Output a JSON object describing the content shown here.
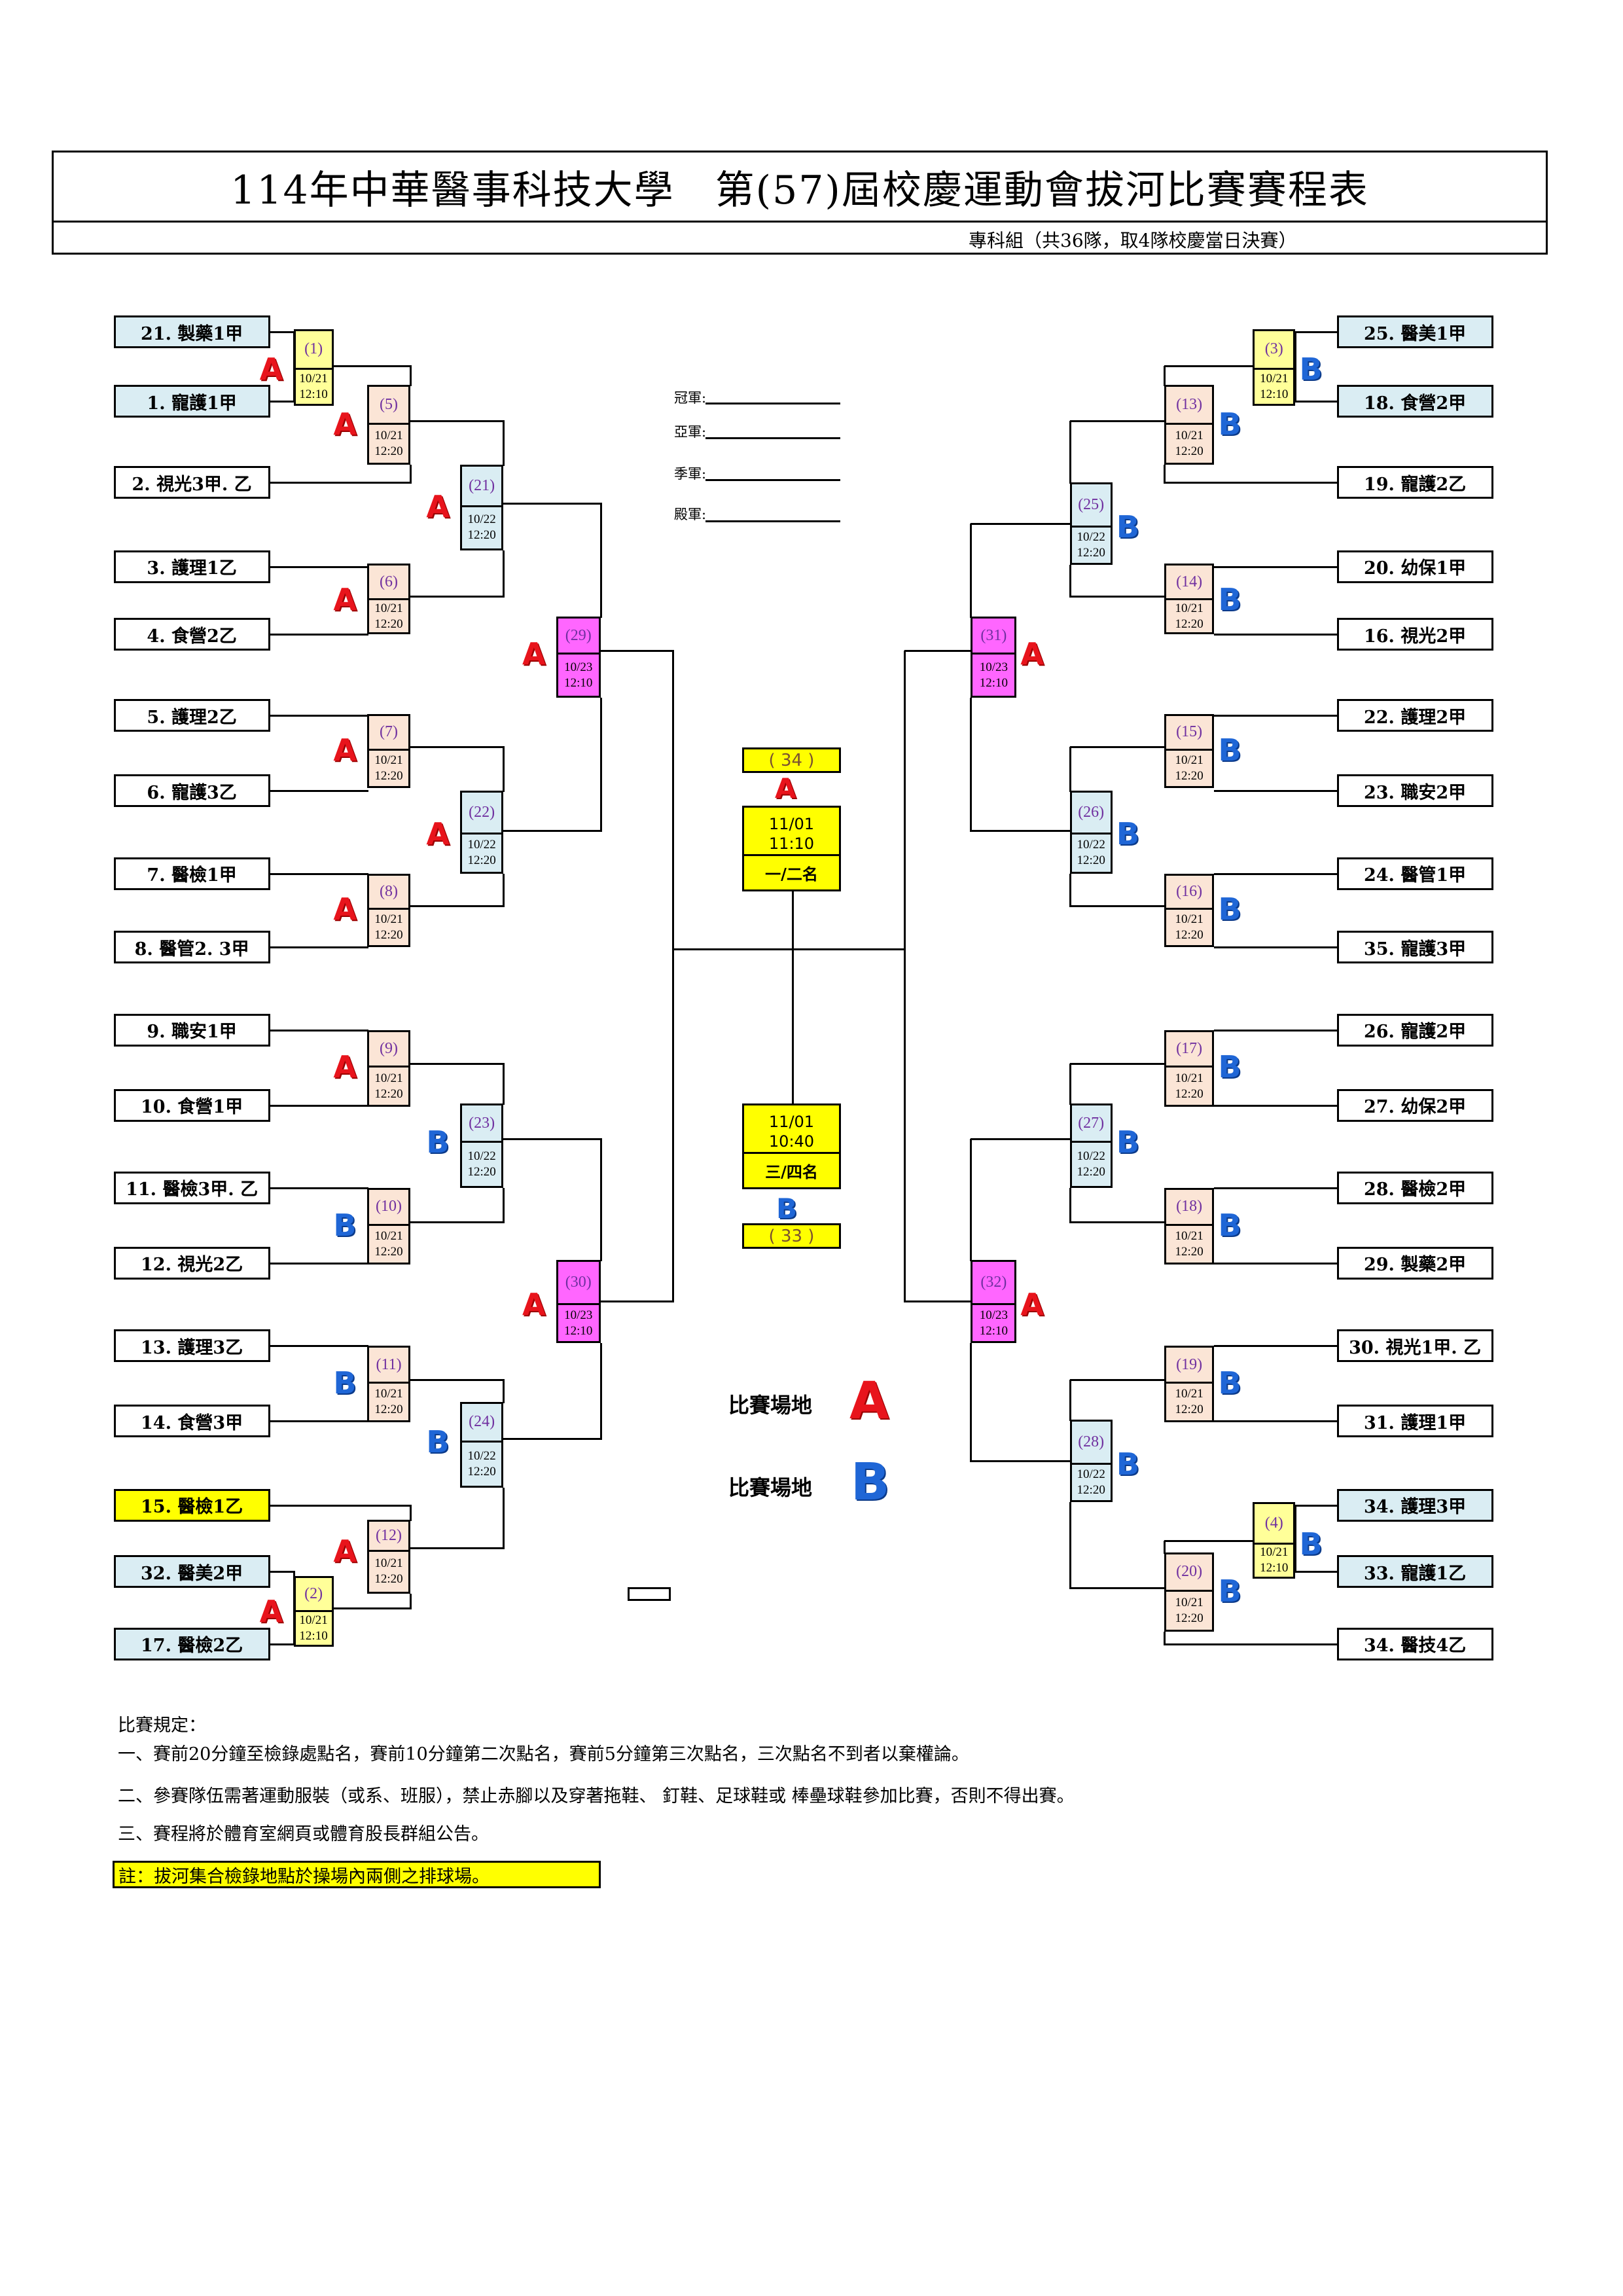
{
  "header": {
    "title": "114年中華醫事科技大學　第(57)屆校慶運動會拔河比賽賽程表",
    "subtitle": "專科組（共36隊，取4隊校慶當日決賽）"
  },
  "colors": {
    "venue_a": "#e8141c",
    "venue_b": "#1f66d6",
    "seed_team_bg": "#daedf3",
    "highlight_team_bg": "#ffff00",
    "prelim_match_bg": "#ffff99",
    "round1_match_bg": "#fbe5d6",
    "round2_match_bg": "#daedf3",
    "semifinal_match_bg": "#ff66ff",
    "final_bg": "#ffff00",
    "match_number": "#7030a0"
  },
  "teams_left": [
    {
      "label": "21. 製藥1甲",
      "style": "seed"
    },
    {
      "label": "1. 寵護1甲",
      "style": "seed"
    },
    {
      "label": "2. 視光3甲. 乙",
      "style": "plain"
    },
    {
      "label": "3. 護理1乙",
      "style": "plain"
    },
    {
      "label": "4. 食營2乙",
      "style": "plain"
    },
    {
      "label": "5. 護理2乙",
      "style": "plain"
    },
    {
      "label": "6. 寵護3乙",
      "style": "plain"
    },
    {
      "label": "7. 醫檢1甲",
      "style": "plain"
    },
    {
      "label": "8. 醫管2. 3甲",
      "style": "plain"
    },
    {
      "label": "9. 職安1甲",
      "style": "plain"
    },
    {
      "label": "10. 食營1甲",
      "style": "plain"
    },
    {
      "label": "11. 醫檢3甲. 乙",
      "style": "plain"
    },
    {
      "label": "12. 視光2乙",
      "style": "plain"
    },
    {
      "label": "13. 護理3乙",
      "style": "plain"
    },
    {
      "label": "14. 食營3甲",
      "style": "plain"
    },
    {
      "label": "15. 醫檢1乙",
      "style": "hl"
    },
    {
      "label": "32. 醫美2甲",
      "style": "seed"
    },
    {
      "label": "17. 醫檢2乙",
      "style": "seed"
    }
  ],
  "teams_right": [
    {
      "label": "25. 醫美1甲",
      "style": "seed"
    },
    {
      "label": "18. 食營2甲",
      "style": "seed"
    },
    {
      "label": "19. 寵護2乙",
      "style": "plain"
    },
    {
      "label": "20. 幼保1甲",
      "style": "plain"
    },
    {
      "label": "16. 視光2甲",
      "style": "plain"
    },
    {
      "label": "22. 護理2甲",
      "style": "plain"
    },
    {
      "label": "23. 職安2甲",
      "style": "plain"
    },
    {
      "label": "24. 醫管1甲",
      "style": "plain"
    },
    {
      "label": "35. 寵護3甲",
      "style": "plain"
    },
    {
      "label": "26. 寵護2甲",
      "style": "plain"
    },
    {
      "label": "27. 幼保2甲",
      "style": "plain"
    },
    {
      "label": "28. 醫檢2甲",
      "style": "plain"
    },
    {
      "label": "29. 製藥2甲",
      "style": "plain"
    },
    {
      "label": "30. 視光1甲. 乙",
      "style": "plain"
    },
    {
      "label": "31. 護理1甲",
      "style": "plain"
    },
    {
      "label": "34. 護理3甲",
      "style": "seed"
    },
    {
      "label": "33. 寵護1乙",
      "style": "seed"
    },
    {
      "label": "34. 醫技4乙",
      "style": "plain"
    }
  ],
  "matches": {
    "m1": {
      "num": "(1)",
      "date": "10/21",
      "time": "12:10",
      "venue": "A"
    },
    "m2": {
      "num": "(2)",
      "date": "10/21",
      "time": "12:10",
      "venue": "A"
    },
    "m3": {
      "num": "(3)",
      "date": "10/21",
      "time": "12:10",
      "venue": "B"
    },
    "m4": {
      "num": "(4)",
      "date": "10/21",
      "time": "12:10",
      "venue": "B"
    },
    "m5": {
      "num": "(5)",
      "date": "10/21",
      "time": "12:20",
      "venue": "A"
    },
    "m6": {
      "num": "(6)",
      "date": "10/21",
      "time": "12:20",
      "venue": "A"
    },
    "m7": {
      "num": "(7)",
      "date": "10/21",
      "time": "12:20",
      "venue": "A"
    },
    "m8": {
      "num": "(8)",
      "date": "10/21",
      "time": "12:20",
      "venue": "A"
    },
    "m9": {
      "num": "(9)",
      "date": "10/21",
      "time": "12:20",
      "venue": "A"
    },
    "m10": {
      "num": "(10)",
      "date": "10/21",
      "time": "12:20",
      "venue": "B"
    },
    "m11": {
      "num": "(11)",
      "date": "10/21",
      "time": "12:20",
      "venue": "B"
    },
    "m12": {
      "num": "(12)",
      "date": "10/21",
      "time": "12:20",
      "venue": "A"
    },
    "m13": {
      "num": "(13)",
      "date": "10/21",
      "time": "12:20",
      "venue": "B"
    },
    "m14": {
      "num": "(14)",
      "date": "10/21",
      "time": "12:20",
      "venue": "B"
    },
    "m15": {
      "num": "(15)",
      "date": "10/21",
      "time": "12:20",
      "venue": "B"
    },
    "m16": {
      "num": "(16)",
      "date": "10/21",
      "time": "12:20",
      "venue": "B"
    },
    "m17": {
      "num": "(17)",
      "date": "10/21",
      "time": "12:20",
      "venue": "B"
    },
    "m18": {
      "num": "(18)",
      "date": "10/21",
      "time": "12:20",
      "venue": "B"
    },
    "m19": {
      "num": "(19)",
      "date": "10/21",
      "time": "12:20",
      "venue": "B"
    },
    "m20": {
      "num": "(20)",
      "date": "10/21",
      "time": "12:20",
      "venue": "B"
    },
    "m21": {
      "num": "(21)",
      "date": "10/22",
      "time": "12:20",
      "venue": "A"
    },
    "m22": {
      "num": "(22)",
      "date": "10/22",
      "time": "12:20",
      "venue": "A"
    },
    "m23": {
      "num": "(23)",
      "date": "10/22",
      "time": "12:20",
      "venue": "B"
    },
    "m24": {
      "num": "(24)",
      "date": "10/22",
      "time": "12:20",
      "venue": "B"
    },
    "m25": {
      "num": "(25)",
      "date": "10/22",
      "time": "12:20",
      "venue": "B"
    },
    "m26": {
      "num": "(26)",
      "date": "10/22",
      "time": "12:20",
      "venue": "B"
    },
    "m27": {
      "num": "(27)",
      "date": "10/22",
      "time": "12:20",
      "venue": "B"
    },
    "m28": {
      "num": "(28)",
      "date": "10/22",
      "time": "12:20",
      "venue": "B"
    },
    "m29": {
      "num": "(29)",
      "date": "10/23",
      "time": "12:10",
      "venue": "A"
    },
    "m30": {
      "num": "(30)",
      "date": "10/23",
      "time": "12:10",
      "venue": "A"
    },
    "m31": {
      "num": "(31)",
      "date": "10/23",
      "time": "12:10",
      "venue": "A"
    },
    "m32": {
      "num": "(32)",
      "date": "10/23",
      "time": "12:10",
      "venue": "A"
    }
  },
  "finals": {
    "final": {
      "num": "( 34 )",
      "date": "11/01",
      "time": "11:10",
      "label": "一/二名",
      "venue": "A"
    },
    "third": {
      "num": "( 33 )",
      "date": "11/01",
      "time": "10:40",
      "label": "三/四名",
      "venue": "B"
    }
  },
  "awards": [
    "冠軍:",
    "亞軍:",
    "季軍:",
    "殿軍:"
  ],
  "legend": {
    "label": "比賽場地",
    "a": "A",
    "b": "B"
  },
  "rules": {
    "heading": "比賽規定：",
    "items": [
      "一、賽前20分鐘至檢錄處點名，賽前10分鐘第二次點名，賽前5分鐘第三次點名，三次點名不到者以棄權論。",
      "二、參賽隊伍需著運動服裝（或系、班服），禁止赤腳以及穿著拖鞋、 釘鞋、足球鞋或 棒壘球鞋參加比賽，否則不得出賽。",
      "三、賽程將於體育室網頁或體育股長群組公告。"
    ],
    "note": "註：拔河集合檢錄地點於操場內兩側之排球場。"
  }
}
